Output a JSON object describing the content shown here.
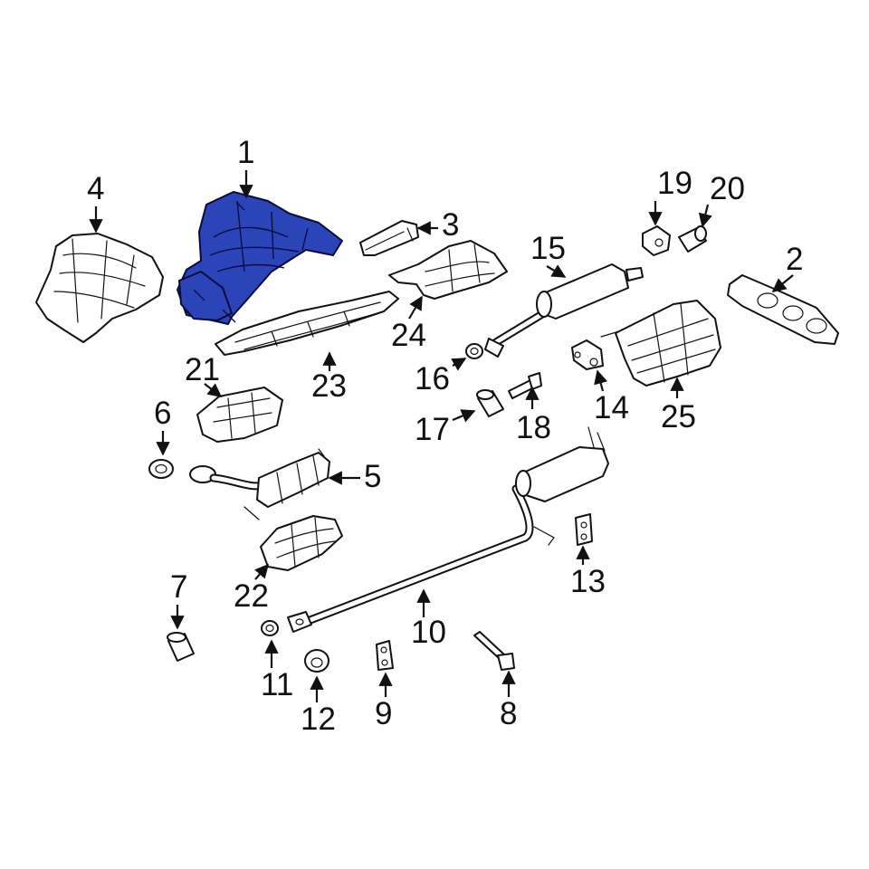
{
  "diagram": {
    "highlight_color": "#2b45b8",
    "line_color": "#111111",
    "background": "#ffffff",
    "highlighted_part": "1",
    "callouts": [
      "1",
      "2",
      "3",
      "4",
      "5",
      "6",
      "7",
      "8",
      "9",
      "10",
      "11",
      "12",
      "13",
      "14",
      "15",
      "16",
      "17",
      "18",
      "19",
      "20",
      "21",
      "22",
      "23",
      "24",
      "25"
    ]
  }
}
